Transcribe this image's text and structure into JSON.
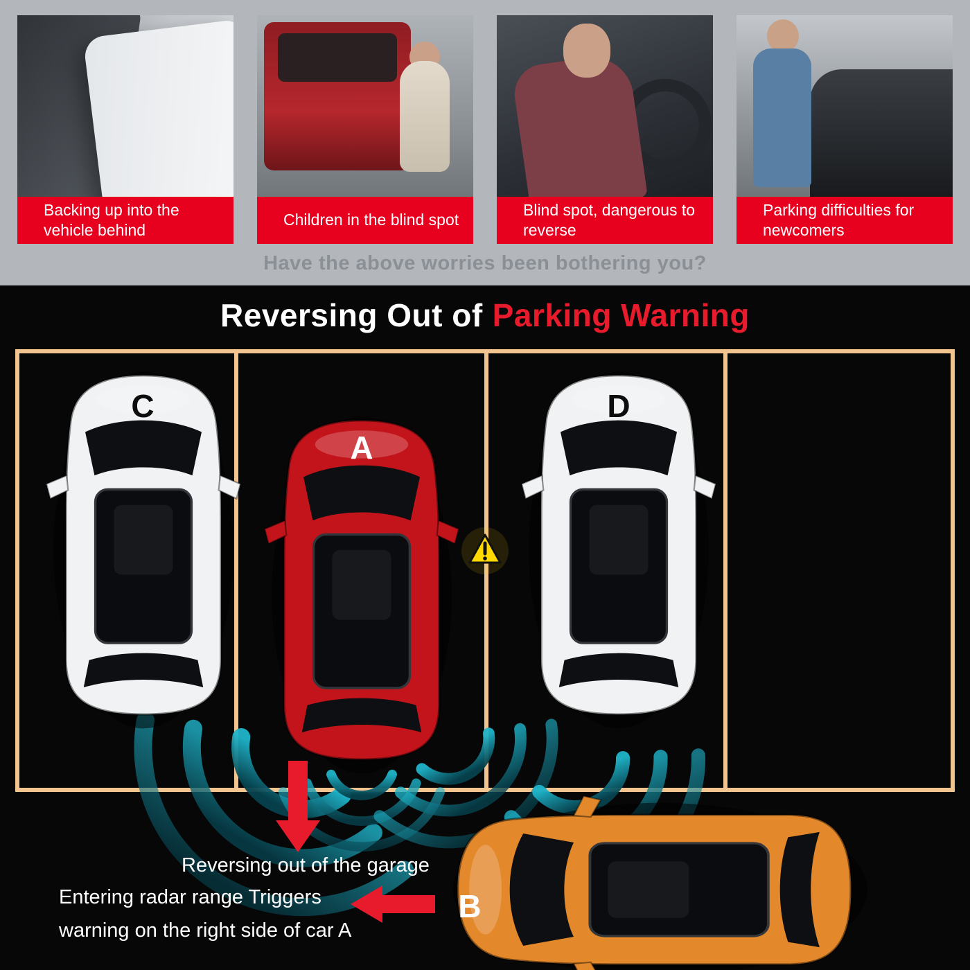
{
  "worries": {
    "cards": [
      {
        "caption": "Backing up into the vehicle behind"
      },
      {
        "caption": "Children in the blind spot"
      },
      {
        "caption": "Blind spot, dangerous to reverse"
      },
      {
        "caption": "Parking difficulties for newcomers"
      }
    ],
    "tagline": "Have the above worries been bothering you?"
  },
  "diagram": {
    "title": {
      "white": "Reversing Out of",
      "red": "Parking Warning"
    },
    "cars": {
      "a": "A",
      "b": "B",
      "c": "C",
      "d": "D"
    },
    "warning_mark": "!",
    "labels": {
      "reversing": "Reversing out of the garage",
      "radar_line1": "Entering radar range Triggers",
      "radar_line2": "warning on the right side of car A"
    }
  },
  "colors": {
    "accent_red": "#e81b2d",
    "caption_red": "#e8001f",
    "bg_gray": "#b3b7bb",
    "bg_black": "#070708",
    "tagline_gray": "#8a9096",
    "lot_line": "#f2c48f",
    "radar_teal": "#149eb4",
    "radar_teal_dark": "#06424e",
    "car_red": "#c3141c",
    "car_orange": "#e3882b",
    "car_white": "#f1f2f3",
    "warning_yellow": "#ffd900"
  }
}
